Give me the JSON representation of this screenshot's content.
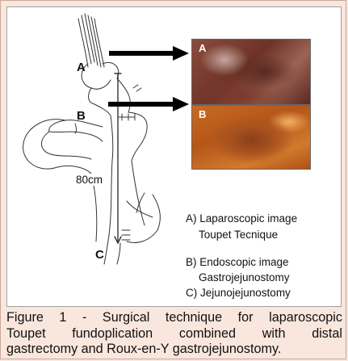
{
  "figure": {
    "label_a": "A",
    "label_b": "B",
    "label_c": "C",
    "length_label": "80cm",
    "photo_a_letter": "A",
    "photo_b_letter": "B"
  },
  "legend": {
    "a_line1": "A) Laparoscopic image",
    "a_line2": "Toupet Tecnique",
    "b_line1": "B) Endoscopic image",
    "b_line2": "Gastrojejunostomy",
    "c_line1": "C) Jejunojejunostomy"
  },
  "caption": {
    "line1": "Figure 1 - Surgical technique for laparoscopic",
    "line2": "Toupet fundoplication combined with distal",
    "line3": "gastrectomy and Roux-en-Y gastrojejunostomy."
  },
  "colors": {
    "page_background": "#f9e7de",
    "figure_background": "#ffffff"
  }
}
